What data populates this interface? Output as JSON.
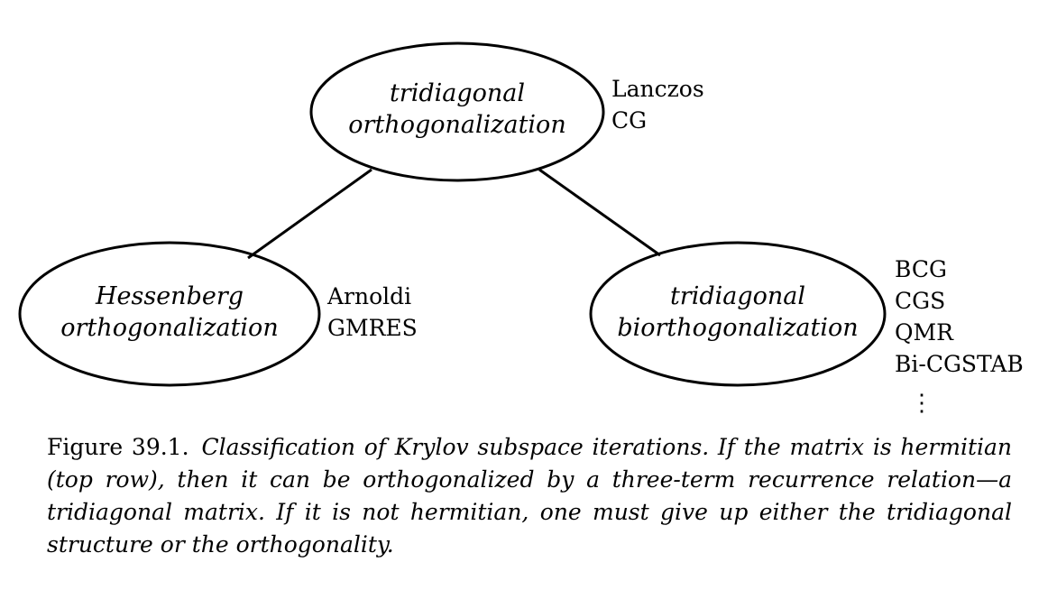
{
  "diagram": {
    "nodes": [
      {
        "id": "top",
        "line1": "tridiagonal",
        "line2": "orthogonalization",
        "methods": [
          "Lanczos",
          "CG"
        ]
      },
      {
        "id": "left",
        "line1": "Hessenberg",
        "line2": "orthogonalization",
        "methods": [
          "Arnoldi",
          "GMRES"
        ]
      },
      {
        "id": "right",
        "line1": "tridiagonal",
        "line2": "biorthogonalization",
        "methods": [
          "BCG",
          "CGS",
          "QMR",
          "Bi-CGSTAB"
        ],
        "ellipsis": "⋮"
      }
    ]
  },
  "caption": {
    "label": "Figure 39.1.",
    "text": "Classification of Krylov subspace iterations. If the matrix is hermitian (top row), then it can be orthogonalized by a three-term recurrence relation—a tridiagonal matrix. If it is not hermitian, one must give up either the tridiagonal structure or the orthogonality."
  }
}
